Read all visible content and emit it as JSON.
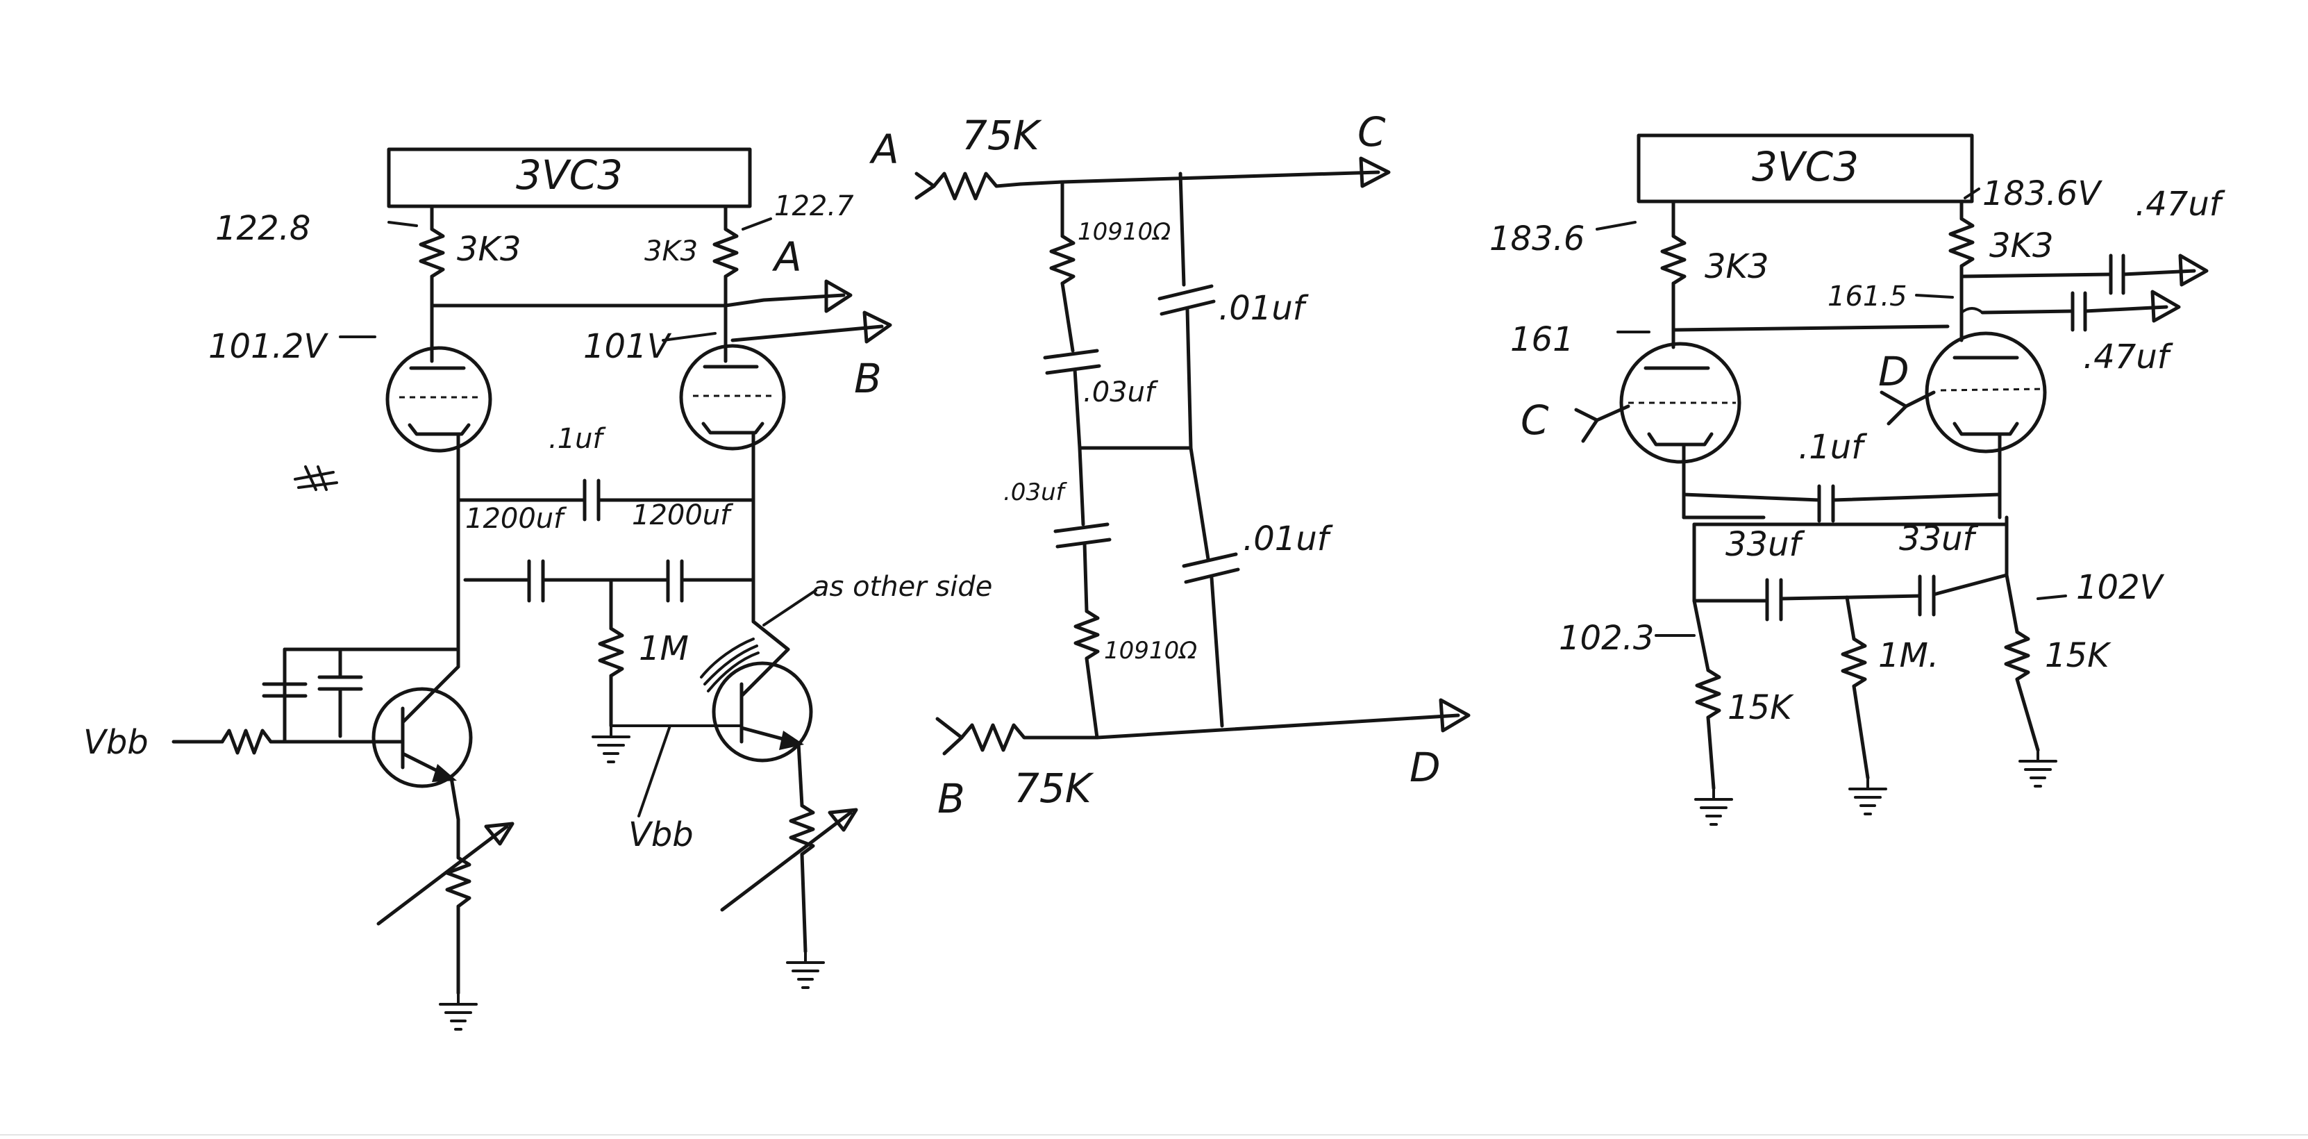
{
  "left_circuit": {
    "tube": "3VC3",
    "plate_supply_left": "122.8",
    "plate_supply_right": "122.7",
    "plate_resistor_left": "3K3",
    "plate_resistor_right": "3K3",
    "plate_voltage_left": "101.2V",
    "plate_voltage_right": "101V",
    "output_a": "A",
    "output_b": "B",
    "cap_top": ".1uf",
    "cathode_cap_left": "1200uf",
    "cathode_cap_right": "1200uf",
    "center_resistor": "1M",
    "note": "as other side",
    "bias_left": "Vbb",
    "bias_right": "Vbb"
  },
  "phase_network": {
    "input_a": "A",
    "input_b": "B",
    "series_top": "75K",
    "series_bottom": "75K",
    "resistor_upper": "10910Ω",
    "resistor_lower": "10910Ω",
    "cap_left_upper": ".03uf",
    "cap_left_lower": ".03uf",
    "cap_right_upper": ".01uf",
    "cap_right_lower": ".01uf",
    "output_c": "C",
    "output_d": "D"
  },
  "right_circuit": {
    "tube": "3VC3",
    "plate_supply_left": "183.6",
    "plate_supply_right": "183.6V",
    "plate_resistor_left": "3K3",
    "plate_resistor_right": "3K3",
    "plate_voltage_left": "161",
    "plate_voltage_right": "161.5",
    "input_c": "C",
    "input_d": "D",
    "out_cap_top": ".47uf",
    "out_cap_bottom": ".47uf",
    "cap_top": ".1uf",
    "cathode_cap_left": "33uf",
    "cathode_cap_right": "33uf",
    "cathode_voltage_left": "102.3",
    "cathode_voltage_right": "102V",
    "cathode_res_left": "15K",
    "cathode_res_center": "1M.",
    "cathode_res_right": "15K"
  }
}
